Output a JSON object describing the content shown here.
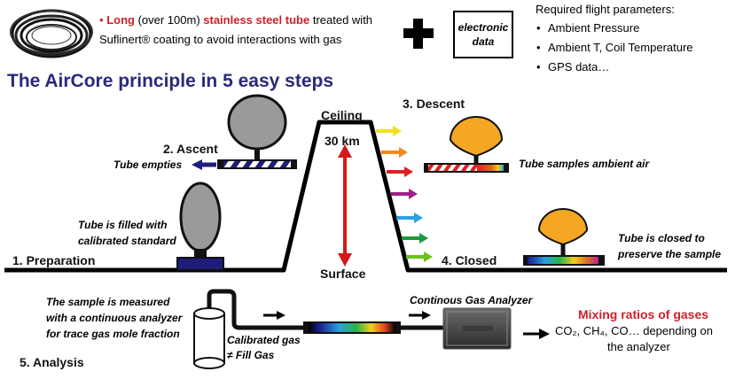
{
  "top": {
    "bullet": "•",
    "desc_long": "Long",
    "desc_over": " (over 100m) ",
    "desc_tube": "stainless steel tube",
    "desc_rest1": " treated with",
    "desc_line2": "Suflinert® coating to avoid interactions with gas",
    "electronic_label_1": "electronic",
    "electronic_label_2": "data",
    "req_title": "Required flight parameters:",
    "req_items": [
      "Ambient Pressure",
      "Ambient T, Coil Temperature",
      "GPS data…"
    ]
  },
  "title": "The AirCore principle in 5 easy steps",
  "steps": {
    "preparation": "1. Preparation",
    "ascent": "2. Ascent",
    "descent": "3. Descent",
    "closed": "4. Closed",
    "analysis": "5. Analysis"
  },
  "labels": {
    "ceiling": "Ceiling",
    "altitude": "30 km",
    "surface": "Surface",
    "tube_filled": "Tube is filled with",
    "tube_filled_2": "calibrated standard",
    "tube_empties": "Tube empties",
    "tube_samples": "Tube samples ambient air",
    "tube_closed_1": "Tube is closed to",
    "tube_closed_2": "preserve the sample",
    "sample_measured_1": "The sample is measured",
    "sample_measured_2": "with a continuous analyzer",
    "sample_measured_3": "for trace gas mole fraction",
    "calibrated_gas_1": "Calibrated gas",
    "calibrated_gas_2": "≠ Fill Gas",
    "analyzer_title": "Continous Gas Analyzer",
    "mixing_title": "Mixing ratios of gases",
    "mixing_species": "CO₂, CH₄, CO… depending on",
    "mixing_tail": "the analyzer"
  },
  "colors": {
    "title": "#2a2a7a",
    "highlight": "#d0202a",
    "balloon_grey": "#9a9a9a",
    "balloon_orange": "#f5a623",
    "tube_navy": "#1d1d7a"
  },
  "icons": {
    "plus": "plus-icon",
    "coil": "tube-coil-icon",
    "analyzer": "analyzer-device-icon",
    "cylinder": "gas-cylinder-icon"
  }
}
